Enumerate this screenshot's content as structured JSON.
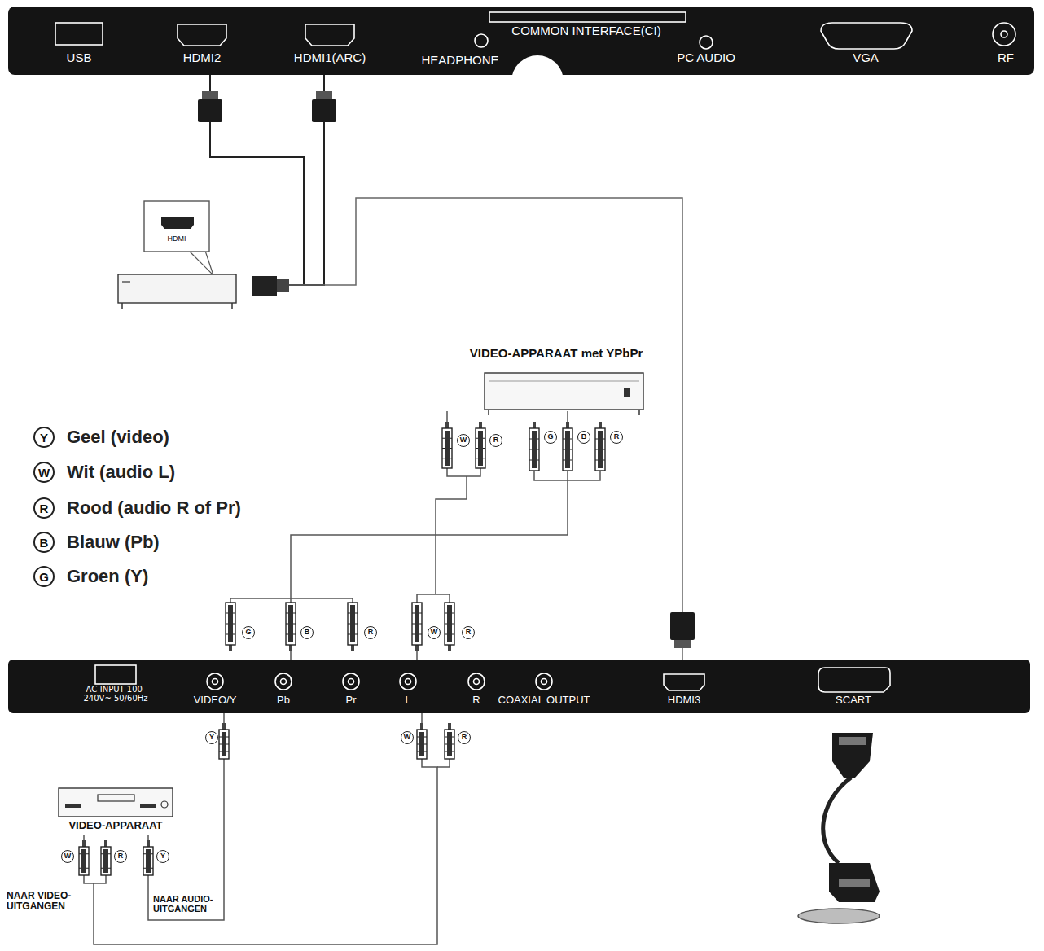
{
  "diagram": {
    "nodes": [
      {
        "text": [
          "USB",
          "HDMI2",
          "HDMI1(ARC)",
          "HEADPHONE",
          "COMMON INTERFACE(CI)",
          "PC AUDIO",
          "VGA",
          "RF"
        ]
      },
      {
        "text": [
          "HDMI"
        ]
      },
      {
        "text": [
          "VIDEO-APPARAAT met YPbPr"
        ]
      },
      {
        "text": [
          "AC-INPUT 100-240V~ 50/60Hz",
          "VIDEO/Y",
          "Pb",
          "Pr",
          "L",
          "R",
          "COAXIAL OUTPUT",
          "HDMI3",
          "SCART"
        ]
      },
      {
        "text": [
          "VIDEO-APPARAAT"
        ]
      }
    ],
    "edges": [
      {
        "from": 1,
        "to": 0,
        "arrow": "none"
      },
      {
        "from": 1,
        "to": 0,
        "arrow": "none"
      },
      {
        "from": 1,
        "to": 3,
        "arrow": "none"
      },
      {
        "from": 2,
        "to": 3,
        "arrow": "none"
      },
      {
        "from": 2,
        "to": 3,
        "arrow": "none"
      },
      {
        "from": 4,
        "to": 3,
        "arrow": "none"
      },
      {
        "from": 4,
        "to": 3,
        "arrow": "none"
      }
    ],
    "labels": [
      "W",
      "R",
      "G",
      "B",
      "R",
      "Y",
      "W",
      "R",
      "B",
      "G",
      "G",
      "B",
      "R",
      "W",
      "R",
      "Y",
      "W",
      "R",
      "W",
      "R",
      "Y",
      "NAAR VIDEO- UITGANGEN",
      "NAAR AUDIO- UITGANGEN"
    ],
    "legend": [
      {
        "text": "Geel (video)"
      },
      {
        "text": "Wit (audio L)"
      },
      {
        "text": "Rood (audio R of Pr)"
      },
      {
        "text": "Blauw (Pb)"
      },
      {
        "text": "Groen (Y)"
      }
    ]
  }
}
